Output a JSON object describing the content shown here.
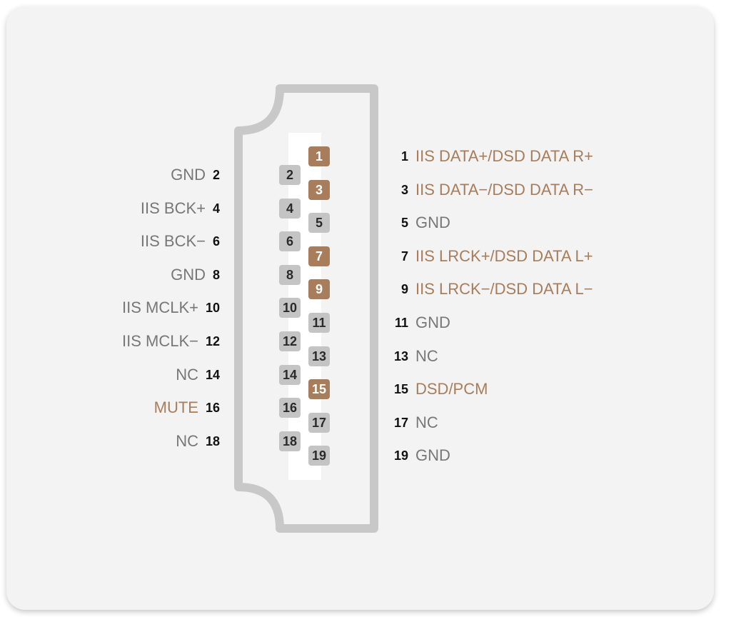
{
  "colors": {
    "accent": "#a77d5b",
    "neutral_pin": "#c4c4c4",
    "label_gray": "#777777",
    "number_black": "#111111",
    "outline": "#c8c8c8",
    "card": "#f3f3f3"
  },
  "connector": {
    "odd_pins": [
      {
        "num": "1",
        "label": "IIS DATA+/DSD DATA R+",
        "highlight": true
      },
      {
        "num": "3",
        "label": "IIS DATA−/DSD DATA R−",
        "highlight": true
      },
      {
        "num": "5",
        "label": "GND",
        "highlight": false
      },
      {
        "num": "7",
        "label": "IIS LRCK+/DSD DATA L+",
        "highlight": true
      },
      {
        "num": "9",
        "label": "IIS LRCK−/DSD DATA L−",
        "highlight": true
      },
      {
        "num": "11",
        "label": "GND",
        "highlight": false
      },
      {
        "num": "13",
        "label": "NC",
        "highlight": false
      },
      {
        "num": "15",
        "label": "DSD/PCM",
        "highlight": true
      },
      {
        "num": "17",
        "label": "NC",
        "highlight": false
      },
      {
        "num": "19",
        "label": "GND",
        "highlight": false
      }
    ],
    "even_pins": [
      {
        "num": "2",
        "label": "GND",
        "highlight": false
      },
      {
        "num": "4",
        "label": "IIS BCK+",
        "highlight": false
      },
      {
        "num": "6",
        "label": "IIS BCK−",
        "highlight": false
      },
      {
        "num": "8",
        "label": "GND",
        "highlight": false
      },
      {
        "num": "10",
        "label": "IIS MCLK+",
        "highlight": false
      },
      {
        "num": "12",
        "label": "IIS MCLK−",
        "highlight": false
      },
      {
        "num": "14",
        "label": "NC",
        "highlight": false
      },
      {
        "num": "16",
        "label": "MUTE",
        "highlight": true
      },
      {
        "num": "18",
        "label": "NC",
        "highlight": false
      }
    ]
  }
}
